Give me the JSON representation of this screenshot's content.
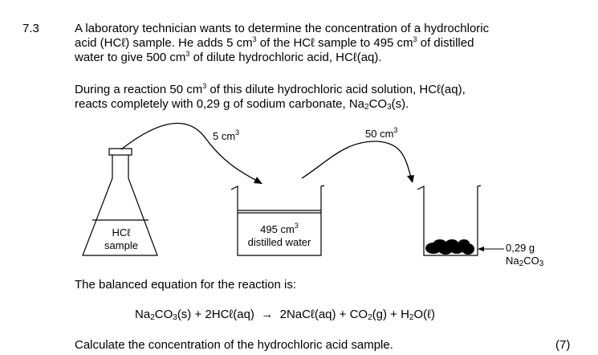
{
  "question": {
    "number": "7.3",
    "para1": {
      "line1": "A laboratory technician wants to determine the concentration of a hydrochloric",
      "line2_a": "acid (HCℓ) sample. He adds 5 cm",
      "line2_sup1": "3",
      "line2_b": " of the HCℓ sample to 495 cm",
      "line2_sup2": "3",
      "line2_c": " of distilled",
      "line3_a": "water to give 500 cm",
      "line3_sup": "3",
      "line3_b": " of dilute hydrochloric acid, HCℓ(aq)."
    },
    "para2": {
      "line1_a": "During a reaction 50 cm",
      "line1_sup": "3",
      "line1_b": " of this dilute hydrochloric acid solution, HCℓ(aq),",
      "line2_a": "reacts completely with 0,29 g of sodium carbonate, Na",
      "line2_sub1": "2",
      "line2_b": "CO",
      "line2_sub2": "3",
      "line2_c": "(s)."
    }
  },
  "diagram": {
    "arrow1_label": "5 cm",
    "arrow1_sup": "3",
    "arrow2_label": "50 cm",
    "arrow2_sup": "3",
    "flask_label_line1": "HCℓ",
    "flask_label_line2": "sample",
    "beaker_label_line1": "495 cm",
    "beaker_label_sup": "3",
    "beaker_label_line2": "distilled water",
    "solid_label_line1": "0,29 g",
    "solid_label_line2_a": "Na",
    "solid_label_line2_sub1": "2",
    "solid_label_line2_b": "CO",
    "solid_label_line2_sub2": "3"
  },
  "equation_intro": "The balanced equation for the reaction is:",
  "equation": {
    "p1": "Na",
    "s1": "2",
    "p2": "CO",
    "s2": "3",
    "p3": "(s) + 2HCℓ(aq)",
    "arrow": "→",
    "p4": "2NaCℓ(aq) + CO",
    "s3": "2",
    "p5": "(g) + H",
    "s4": "2",
    "p6": "O(ℓ)"
  },
  "task": "Calculate the concentration of the hydrochloric acid sample.",
  "marks": "(7)"
}
